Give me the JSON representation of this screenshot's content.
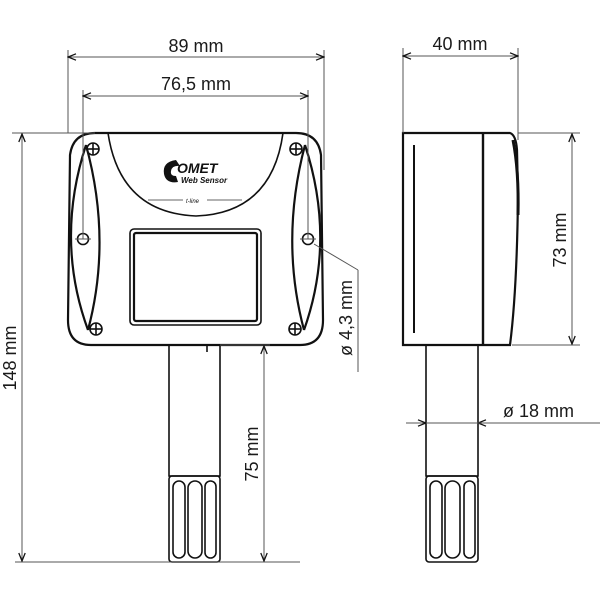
{
  "diagram": {
    "type": "technical-dimension-drawing",
    "subject": "COMET Web Sensor t-line with probe",
    "front_view": {
      "logo": {
        "brand": "OMET",
        "brand_initial": "C",
        "subtitle": "Web Sensor",
        "line_label": "t-line"
      },
      "dimensions": {
        "overall_width": "89 mm",
        "hole_spacing": "76,5 mm",
        "overall_height": "148 mm",
        "probe_length": "75 mm",
        "hole_diameter": "ø 4,3 mm"
      }
    },
    "side_view": {
      "dimensions": {
        "depth": "40 mm",
        "housing_height": "73 mm",
        "probe_diameter": "ø 18 mm"
      }
    },
    "colors": {
      "line": "#111111",
      "dimension_line": "#555555",
      "background": "#ffffff"
    }
  }
}
